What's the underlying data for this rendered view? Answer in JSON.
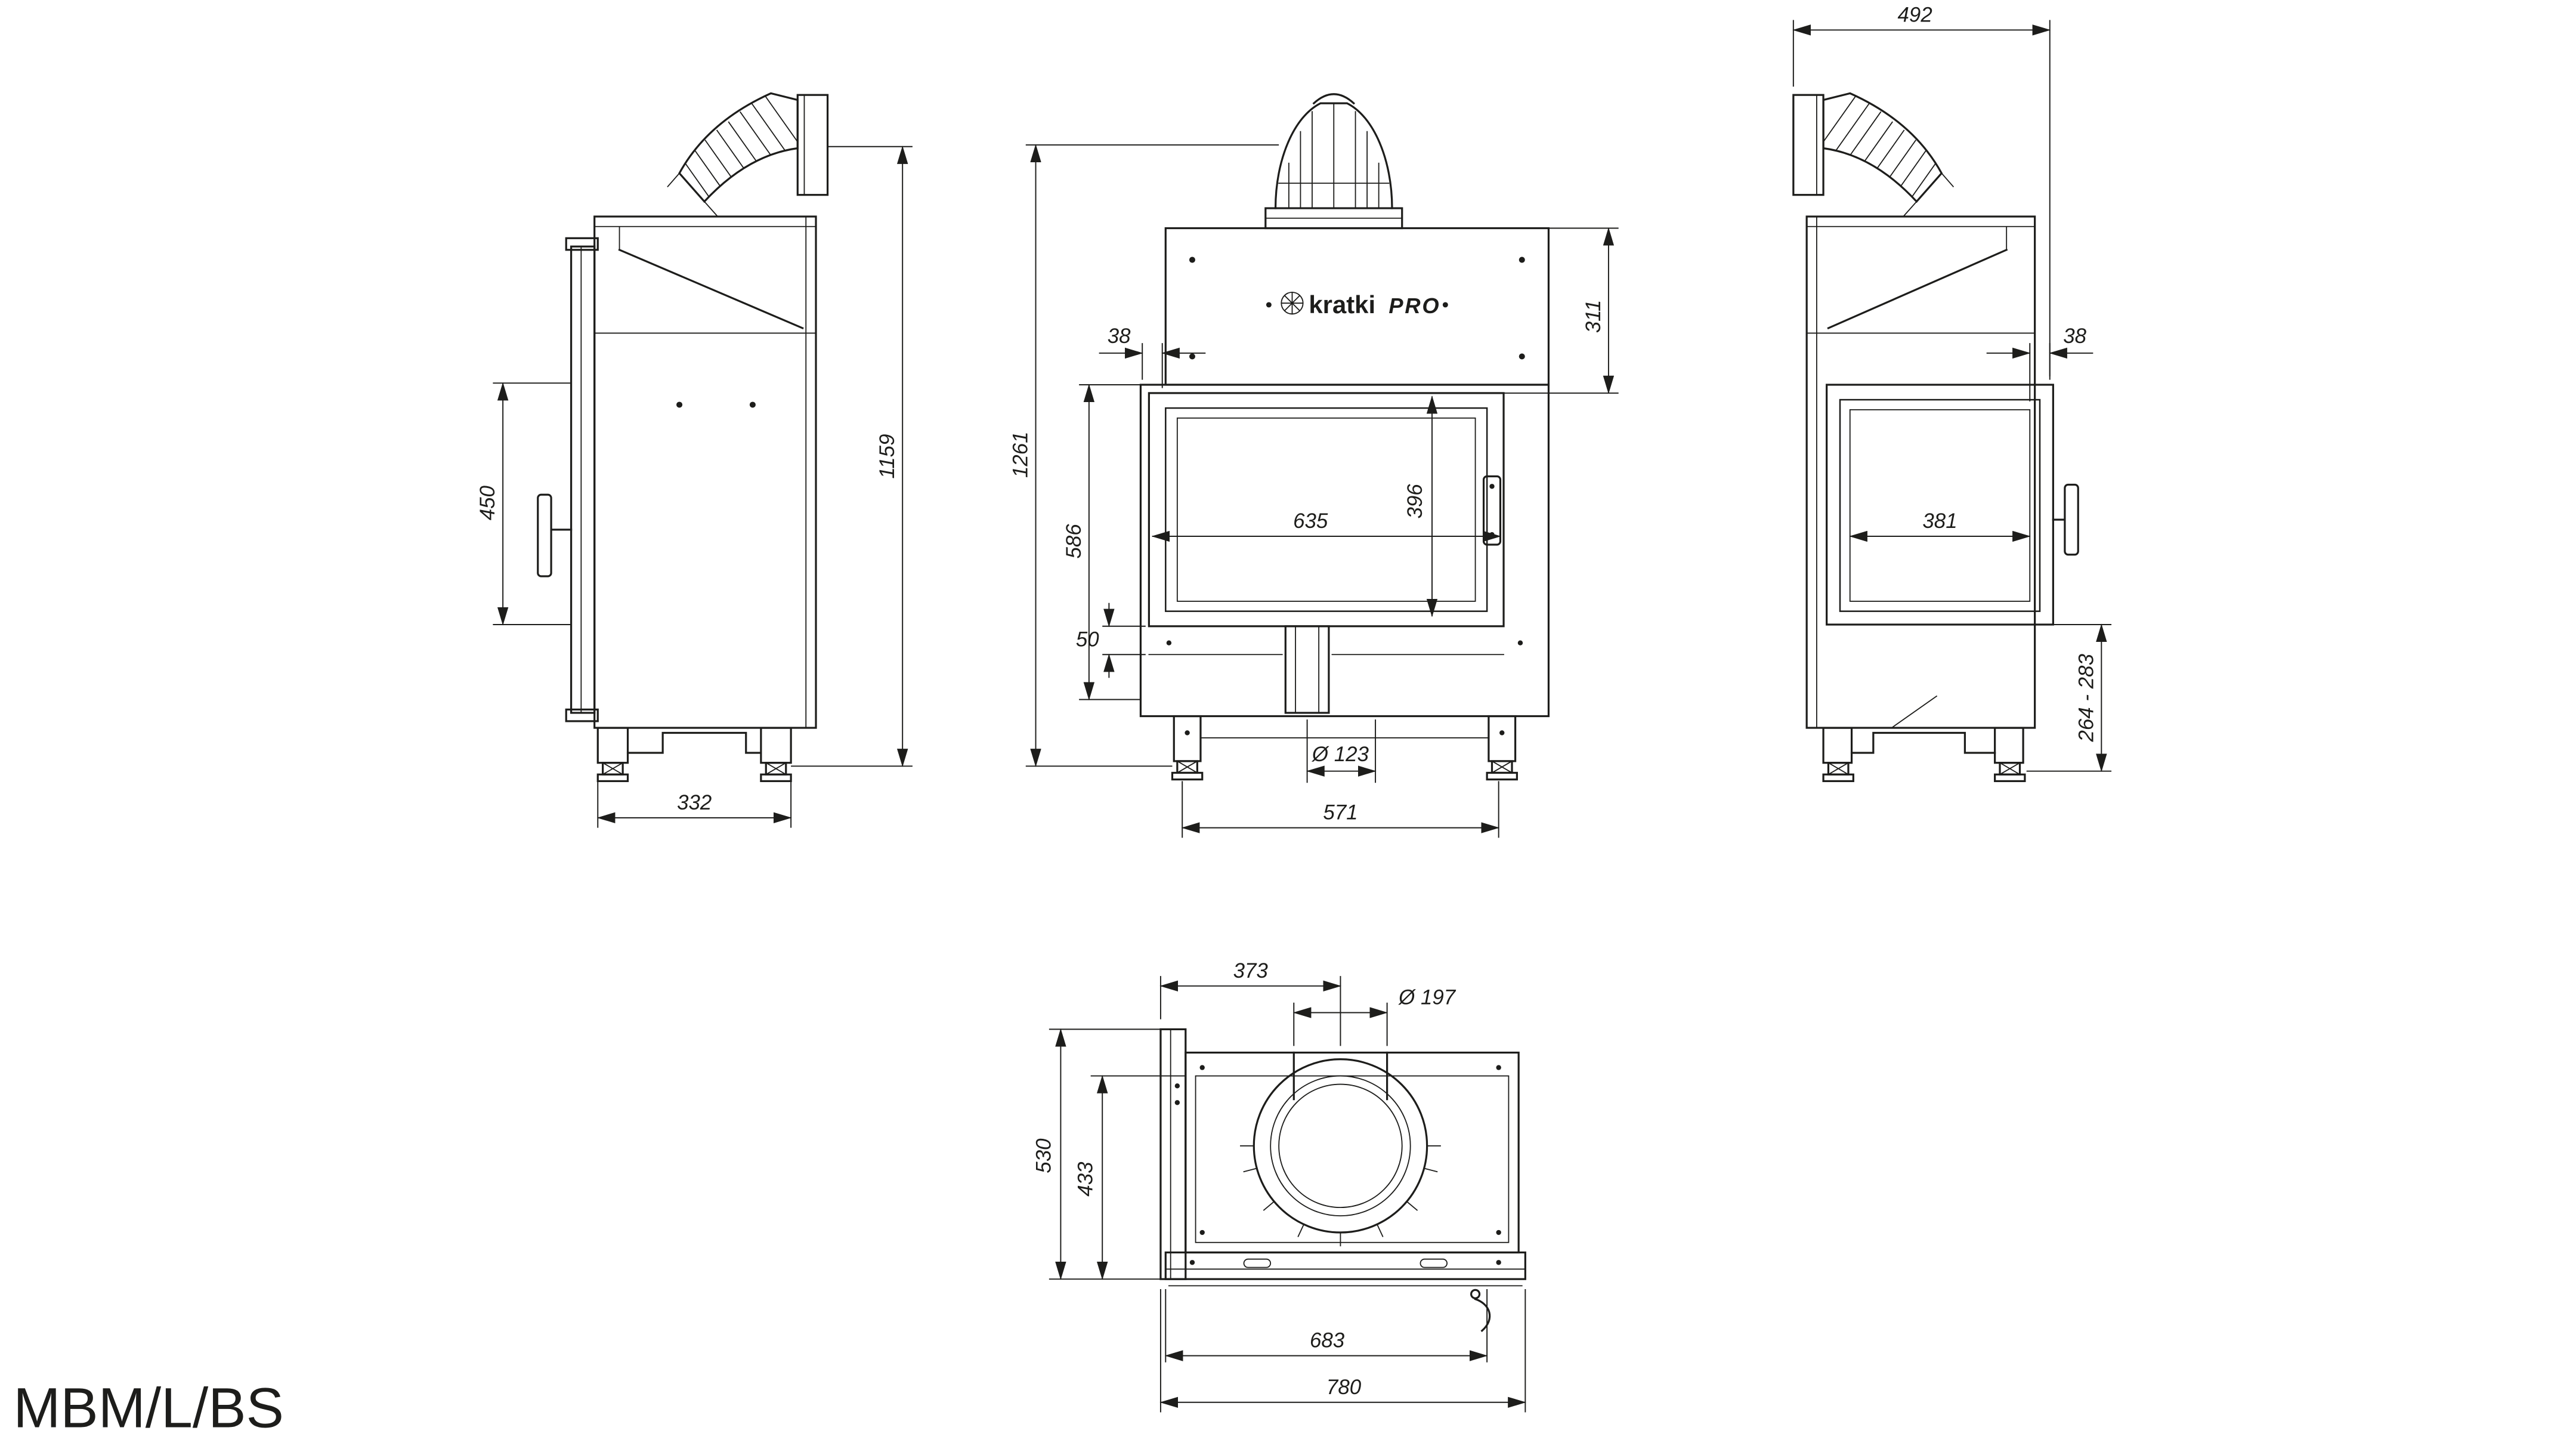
{
  "title": "MBM/L/BS",
  "brand": {
    "name": "kratki",
    "suffix": "PRO"
  },
  "line_color": "#1d1d1b",
  "views": {
    "side_left": {
      "dims": {
        "glass_height": "450",
        "total_height": "1159",
        "base_depth": "332"
      }
    },
    "front": {
      "dims": {
        "total_height": "1261",
        "firebox_height": "586",
        "door_offset": "38",
        "hood_height": "311",
        "glass_width": "635",
        "glass_height": "396",
        "bottom_gap": "50",
        "inlet_diameter": "Ø 123",
        "base_width": "571"
      }
    },
    "side_right": {
      "dims": {
        "total_depth": "492",
        "door_offset": "38",
        "glass_width": "381",
        "floor_clearance": "264 - 283"
      }
    },
    "top": {
      "dims": {
        "flue_axis_offset": "373",
        "flue_diameter": "Ø 197",
        "total_depth": "530",
        "body_depth": "433",
        "body_width": "683",
        "total_width": "780"
      }
    }
  }
}
